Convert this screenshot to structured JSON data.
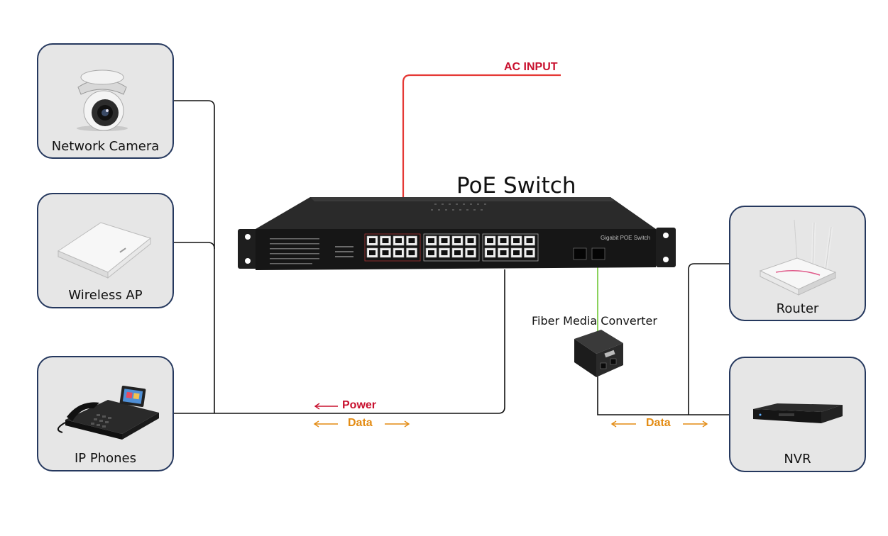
{
  "title": "PoE Switch",
  "switch_panel_label": "Gigabit POE Switch",
  "ac_input": "AC INPUT",
  "fiber_converter": "Fiber Media Converter",
  "devices": {
    "camera": "Network Camera",
    "ap": "Wireless AP",
    "phones": "IP Phones",
    "router": "Router",
    "nvr": "NVR"
  },
  "links": {
    "power": "Power",
    "data_left": "Data",
    "data_right": "Data"
  },
  "colors": {
    "card_border": "#25385e",
    "card_fill": "#e6e6e6",
    "ac_line": "#e53935",
    "power_text": "#c8102e",
    "data_text": "#e38b12",
    "fiber_line": "#8bd25c"
  }
}
